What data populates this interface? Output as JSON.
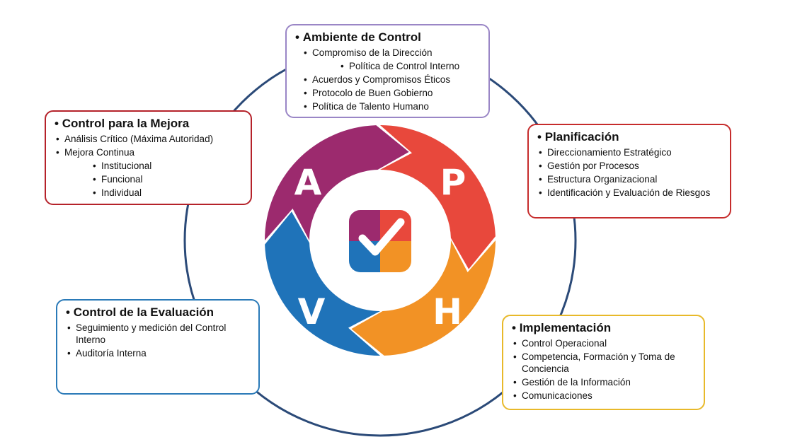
{
  "diagram": {
    "colors": {
      "outer_ring": "#2b4a78",
      "segment_a": "#9c2a6e",
      "segment_p": "#e8483c",
      "segment_h": "#f29225",
      "segment_v": "#1f73b9",
      "box_ambiente": "#9a86c6",
      "box_mejora": "#b5222a",
      "box_planificacion": "#c62c2c",
      "box_evaluacion": "#2a7ab8",
      "box_implementacion": "#e8b92a"
    },
    "cycle_letters": {
      "a": "A",
      "p": "P",
      "h": "H",
      "v": "V"
    },
    "center_icon": "checkmark-icon"
  },
  "ambiente": {
    "title": "Ambiente de Control",
    "items": [
      "Compromiso de la Dirección",
      "Política de Control Interno",
      "Acuerdos y Compromisos Éticos",
      "Protocolo de Buen Gobierno",
      "Política de Talento Humano"
    ]
  },
  "mejora": {
    "title": "Control para la Mejora",
    "items": [
      "Análisis Crítico (Máxima Autoridad)",
      "Mejora Continua",
      "Institucional",
      "Funcional",
      "Individual"
    ]
  },
  "planificacion": {
    "title": "Planificación",
    "items": [
      "Direccionamiento Estratégico",
      "Gestión por Procesos",
      "Estructura Organizacional",
      "Identificación y Evaluación de Riesgos"
    ]
  },
  "evaluacion": {
    "title": "Control de la Evaluación",
    "items": [
      "Seguimiento y medición del Control Interno",
      "Auditoría Interna"
    ]
  },
  "implementacion": {
    "title": "Implementación",
    "items": [
      "Control Operacional",
      "Competencia, Formación y Toma de Conciencia",
      "Gestión de la Información",
      "Comunicaciones"
    ]
  }
}
